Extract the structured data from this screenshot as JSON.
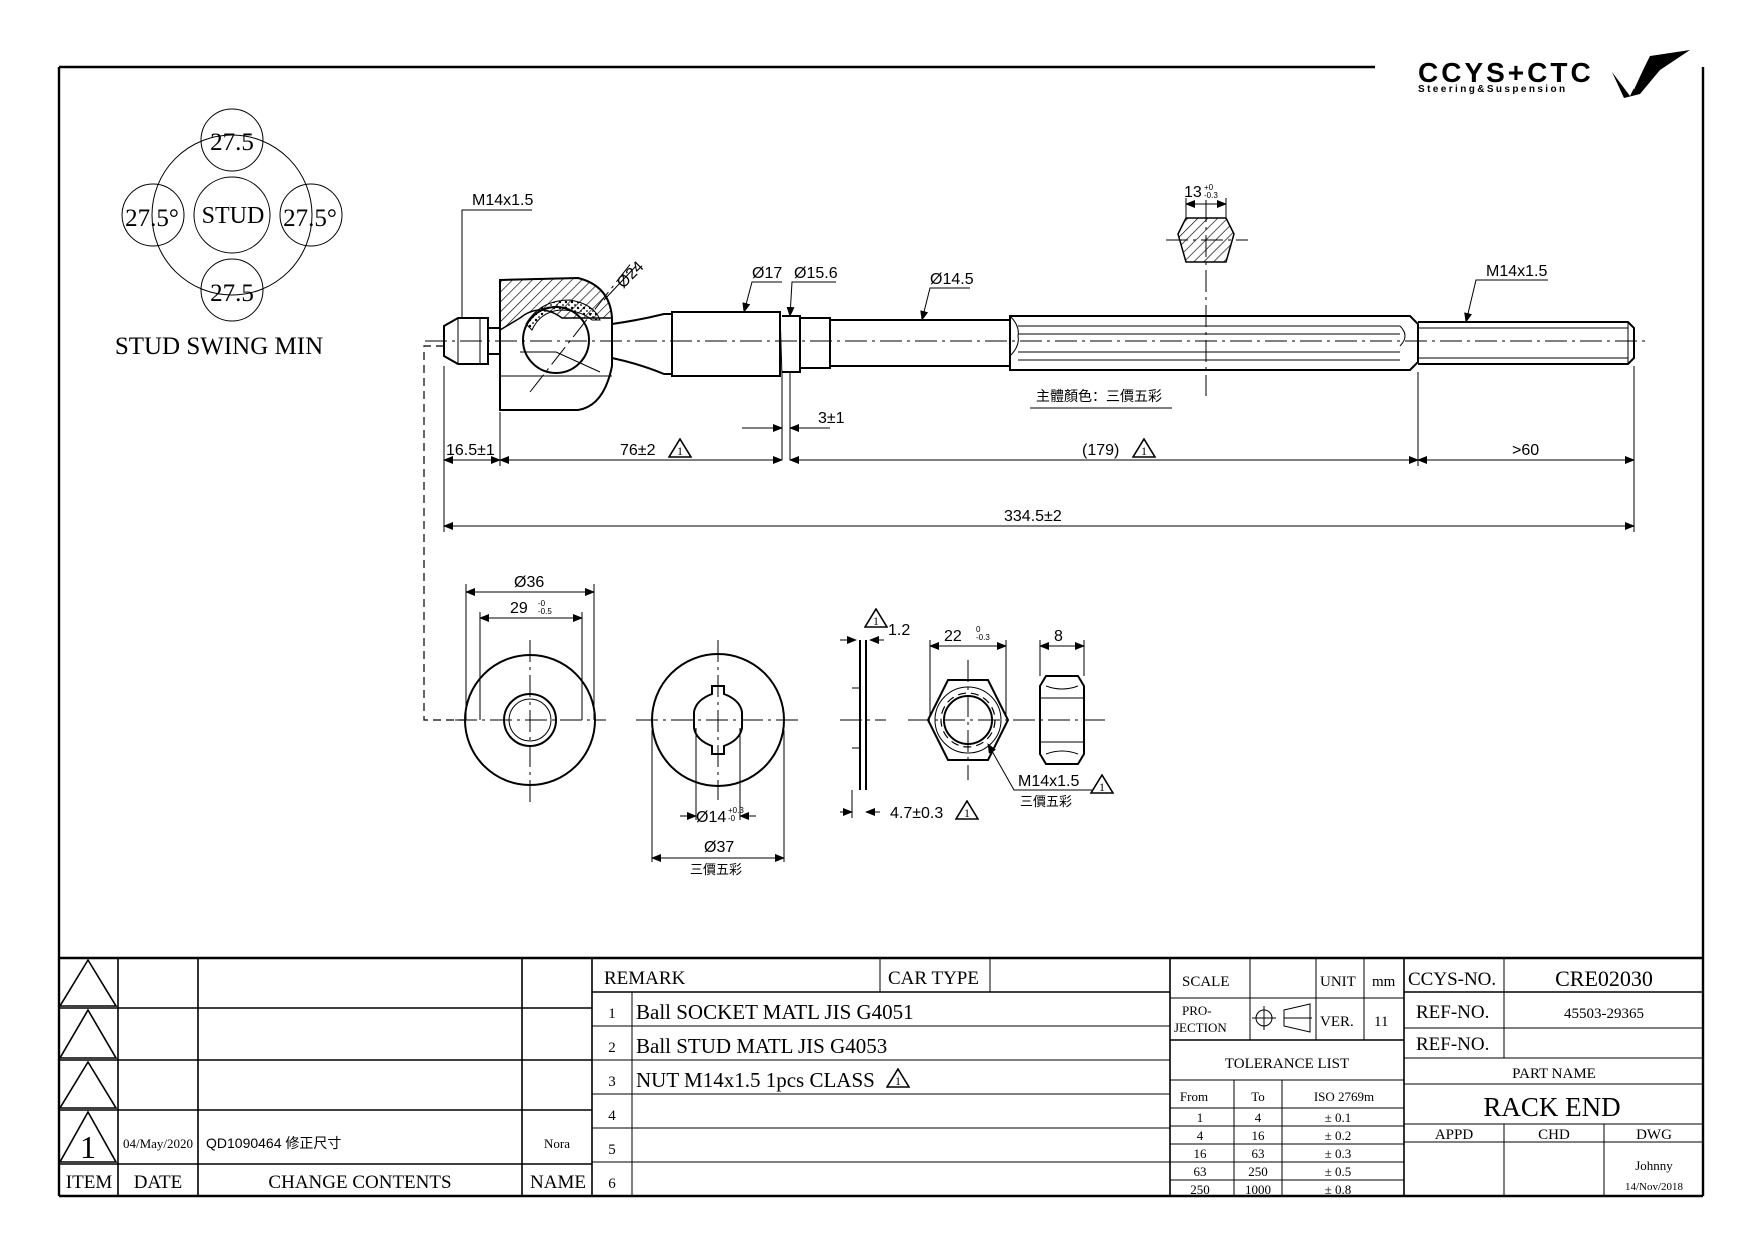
{
  "logo": {
    "brand": "CCYS+CTC",
    "tagline": "Steering&Suspension"
  },
  "swing": {
    "top": "27.5",
    "left": "27.5°",
    "right": "27.5°",
    "bottom": "27.5",
    "center": "STUD",
    "caption": "STUD SWING MIN"
  },
  "dims": {
    "thread_left": "M14x1.5",
    "ball_dia": "Ø24",
    "d17": "Ø17",
    "d156": "Ø15.6",
    "d145": "Ø14.5",
    "hex": "13",
    "hex_tol_up": "+0",
    "hex_tol_dn": "-0.3",
    "thread_right": "M14x1.5",
    "body_color_note": "主體顏色：三價五彩",
    "gap": "3±1",
    "stud_len": "16.5±1",
    "socket_len": "76±2",
    "rod_len": "(179)",
    "thread_len": ">60",
    "overall": "334.5±2",
    "boot_d36": "Ø36",
    "boot_29": "29",
    "boot_29_tol_up": "-0",
    "boot_29_tol_dn": "-0.5",
    "washer_d14": "Ø14",
    "washer_d14_tol_up": "+0.3",
    "washer_d14_tol_dn": "-0",
    "washer_d37": "Ø37",
    "washer_finish": "三價五彩",
    "plate_thk": "1.2",
    "plate_len": "4.7±0.3",
    "nut_af": "22",
    "nut_af_tol_up": "0",
    "nut_af_tol_dn": "-0.3",
    "nut_thk": "8",
    "nut_thread": "M14x1.5",
    "nut_finish": "三價五彩",
    "rev_mark": "1"
  },
  "title_block": {
    "revisions": [
      {
        "mark": "",
        "date": "",
        "content": "",
        "name": ""
      },
      {
        "mark": "",
        "date": "",
        "content": "",
        "name": ""
      },
      {
        "mark": "",
        "date": "",
        "content": "",
        "name": ""
      },
      {
        "mark": "1",
        "date": "04/May/2020",
        "content": "QD1090464 修正尺寸",
        "name": "Nora"
      }
    ],
    "rev_headers": {
      "item": "ITEM",
      "date": "DATE",
      "contents": "CHANGE CONTENTS",
      "name": "NAME"
    },
    "remark_label": "REMARK",
    "car_type_label": "CAR TYPE",
    "car_type_value": "",
    "remarks": [
      {
        "no": "1",
        "text": "Ball SOCKET MATL JIS G4051"
      },
      {
        "no": "2",
        "text": "Ball STUD MATL JIS G4053"
      },
      {
        "no": "3",
        "text": "NUT M14x1.5 1pcs CLASS"
      },
      {
        "no": "4",
        "text": ""
      },
      {
        "no": "5",
        "text": ""
      },
      {
        "no": "6",
        "text": ""
      }
    ],
    "scale_label": "SCALE",
    "scale_value": "",
    "unit_label": "UNIT",
    "unit_value": "mm",
    "projection_label_1": "PRO-",
    "projection_label_2": "JECTION",
    "ver_label": "VER.",
    "ver_value": "11",
    "tolerance_title": "TOLERANCE LIST",
    "tol_headers": {
      "from": "From",
      "to": "To",
      "iso": "ISO 2769m"
    },
    "tolerances": [
      {
        "from": "1",
        "to": "4",
        "tol": "± 0.1"
      },
      {
        "from": "4",
        "to": "16",
        "tol": "± 0.2"
      },
      {
        "from": "16",
        "to": "63",
        "tol": "± 0.3"
      },
      {
        "from": "63",
        "to": "250",
        "tol": "± 0.5"
      },
      {
        "from": "250",
        "to": "1000",
        "tol": "± 0.8"
      }
    ],
    "ccys_no_label": "CCYS-NO.",
    "ccys_no": "CRE02030",
    "ref_no_label": "REF-NO.",
    "ref_no_1": "45503-29365",
    "ref_no_2": "",
    "part_name_label": "PART NAME",
    "part_name": "RACK END",
    "appd_label": "APPD",
    "chd_label": "CHD",
    "dwg_label": "DWG",
    "appd": "",
    "chd": "",
    "dwg_name": "Johnny",
    "dwg_date": "14/Nov/2018"
  }
}
